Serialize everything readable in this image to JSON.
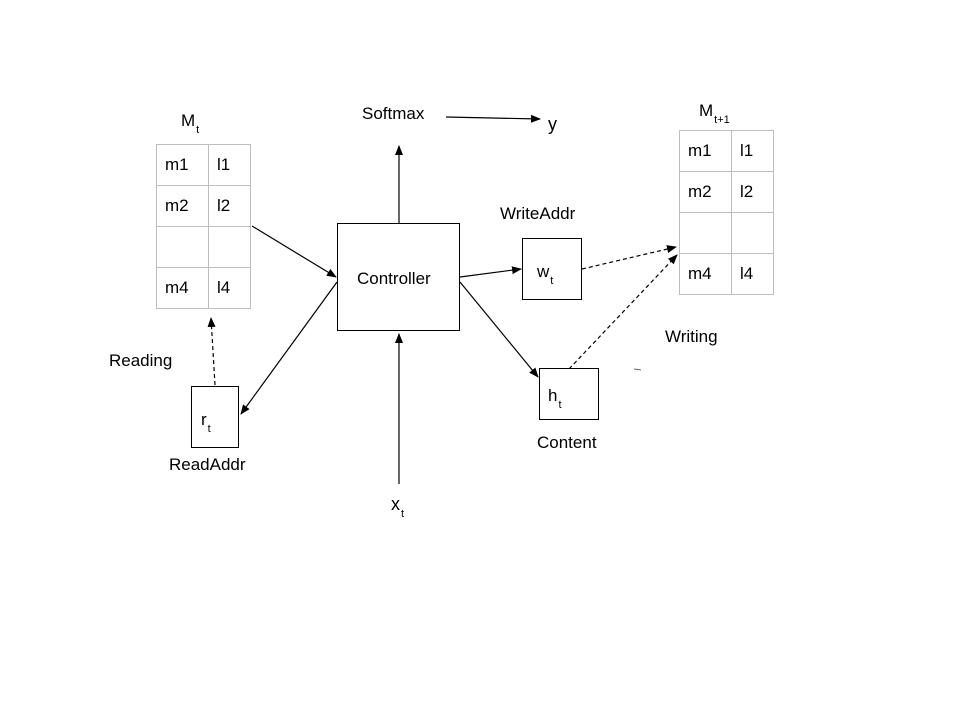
{
  "memory_t": {
    "title": "M",
    "title_sub": "t",
    "rows": [
      [
        "m1",
        "l1"
      ],
      [
        "m2",
        "l2"
      ],
      [
        "",
        ""
      ],
      [
        "m4",
        "l4"
      ]
    ]
  },
  "memory_t1": {
    "title": "M",
    "title_sub": "t+1",
    "rows": [
      [
        "m1",
        "l1"
      ],
      [
        "m2",
        "l2"
      ],
      [
        "",
        ""
      ],
      [
        "m4",
        "l4"
      ]
    ]
  },
  "controller": {
    "label": "Controller"
  },
  "softmax": {
    "label": "Softmax"
  },
  "output": {
    "label": "y"
  },
  "input": {
    "label": "x",
    "sub": "t"
  },
  "write_addr": {
    "caption": "WriteAddr",
    "label": "w",
    "sub": "t"
  },
  "content": {
    "caption": "Content",
    "label": "h",
    "sub": "t"
  },
  "read_addr": {
    "caption": "ReadAddr",
    "label": "r",
    "sub": "t"
  },
  "reading": {
    "label": "Reading"
  },
  "writing": {
    "label": "Writing"
  }
}
